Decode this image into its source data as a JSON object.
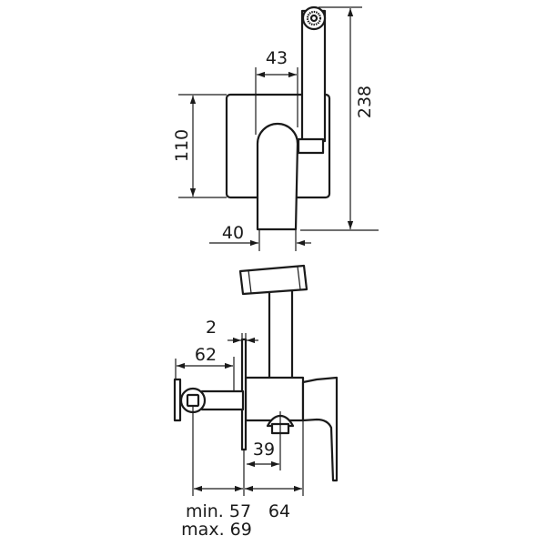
{
  "drawing": {
    "front_view": {
      "dimensions": {
        "handle_offset": "43",
        "plate_height": "110",
        "total_height": "238",
        "lever_width": "40"
      }
    },
    "side_view": {
      "dimensions": {
        "plate_thickness": "2",
        "valve_depth": "62",
        "outlet_offset": "39",
        "wall_depth_min": "min. 57",
        "wall_depth_max": "max. 69",
        "body_depth": "64"
      }
    },
    "colors": {
      "line": "#1a1a1a",
      "background": "#ffffff"
    }
  }
}
